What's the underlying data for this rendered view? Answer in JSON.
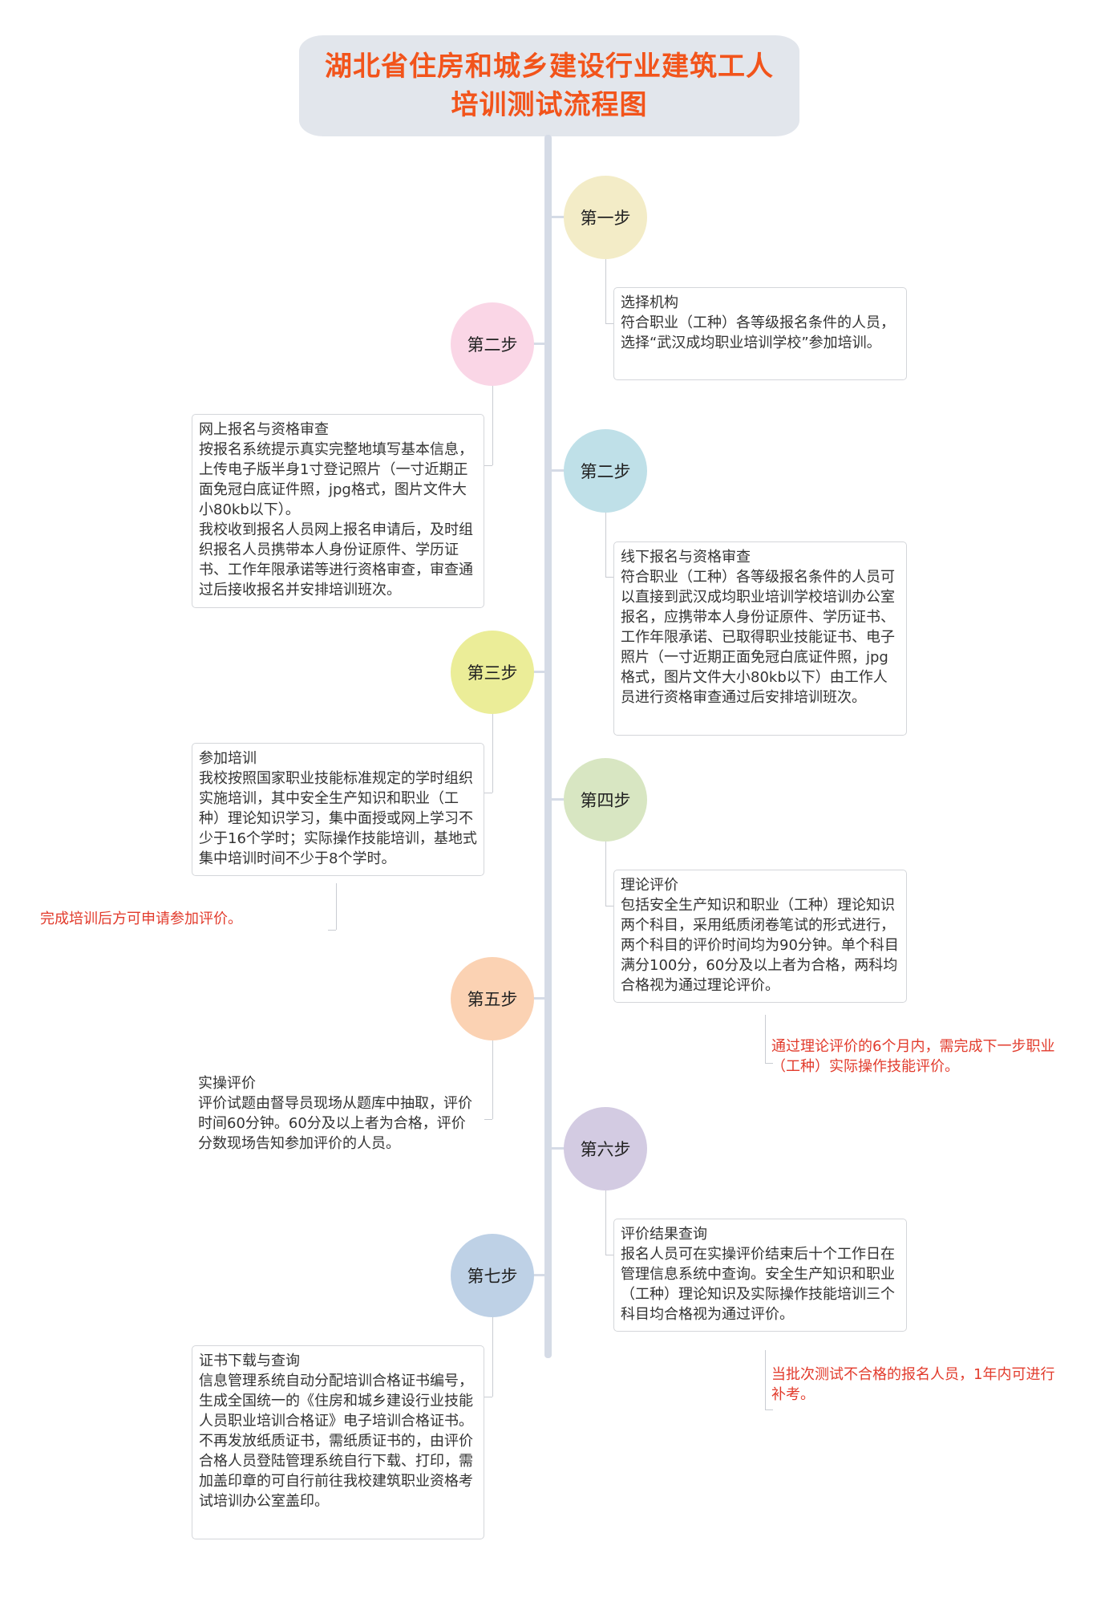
{
  "title": {
    "line1": "湖北省住房和城乡建设行业建筑工人",
    "line2": "培训测试流程图"
  },
  "colors": {
    "title_text": "#f2541b",
    "title_bg": "#e2e6ec",
    "spine": "#d5dbe6",
    "note_text": "#e23b2c",
    "step1": "#f3ecc7",
    "step2_left": "#fad6e6",
    "step2_right": "#bfe0e8",
    "step3": "#ebed98",
    "step4": "#d8e6c2",
    "step5": "#fbd2b3",
    "step6": "#d3cbe2",
    "step7": "#bed1e6"
  },
  "steps": {
    "s1": "第一步",
    "s2_left": "第二步",
    "s2_right": "第二步",
    "s3": "第三步",
    "s4": "第四步",
    "s5": "第五步",
    "s6": "第六步",
    "s7": "第七步"
  },
  "boxes": {
    "b1": {
      "heading": "选择机构",
      "body": "符合职业（工种）各等级报名条件的人员，选择“武汉成均职业培训学校”参加培训。"
    },
    "b2_left": {
      "heading": "网上报名与资格审查",
      "body1": "按报名系统提示真实完整地填写基本信息，上传电子版半身1寸登记照片（一寸近期正面免冠白底证件照，jpg格式，图片文件大小80kb以下）。",
      "body2": "我校收到报名人员网上报名申请后，及时组织报名人员携带本人身份证原件、学历证书、工作年限承诺等进行资格审查，审查通过后接收报名并安排培训班次。"
    },
    "b2_right": {
      "heading": "线下报名与资格审查",
      "body": "符合职业（工种）各等级报名条件的人员可以直接到武汉成均职业培训学校培训办公室报名，应携带本人身份证原件、学历证书、工作年限承诺、已取得职业技能证书、电子照片（一寸近期正面免冠白底证件照，jpg格式，图片文件大小80kb以下）由工作人员进行资格审查通过后安排培训班次。"
    },
    "b3": {
      "heading": "参加培训",
      "body": "我校按照国家职业技能标准规定的学时组织实施培训，其中安全生产知识和职业（工种）理论知识学习，集中面授或网上学习不少于16个学时；实际操作技能培训，基地式集中培训时间不少于8个学时。"
    },
    "b4": {
      "heading": "理论评价",
      "body": "包括安全生产知识和职业（工种）理论知识两个科目，采用纸质闭卷笔试的形式进行，两个科目的评价时间均为90分钟。单个科目满分100分，60分及以上者为合格，两科均合格视为通过理论评价。"
    },
    "b5": {
      "heading": "实操评价",
      "body": "评价试题由督导员现场从题库中抽取，评价时间60分钟。60分及以上者为合格，评价分数现场告知参加评价的人员。"
    },
    "b6": {
      "heading": "评价结果查询",
      "body": "报名人员可在实操评价结束后十个工作日在管理信息系统中查询。安全生产知识和职业（工种）理论知识及实际操作技能培训三个科目均合格视为通过评价。"
    },
    "b7": {
      "heading": "证书下载与查询",
      "body1": "信息管理系统自动分配培训合格证书编号，生成全国统一的《住房和城乡建设行业技能人员职业培训合格证》电子培训合格证书。",
      "body2": "不再发放纸质证书，需纸质证书的，由评价合格人员登陆管理系统自行下载、打印，需加盖印章的可自行前往我校建筑职业资格考试培训办公室盖印。"
    }
  },
  "notes": {
    "n3": "完成培训后方可申请参加评价。",
    "n4": "通过理论评价的6个月内，需完成下一步职业（工种）实际操作技能评价。",
    "n6": "当批次测试不合格的报名人员，1年内可进行补考。"
  }
}
